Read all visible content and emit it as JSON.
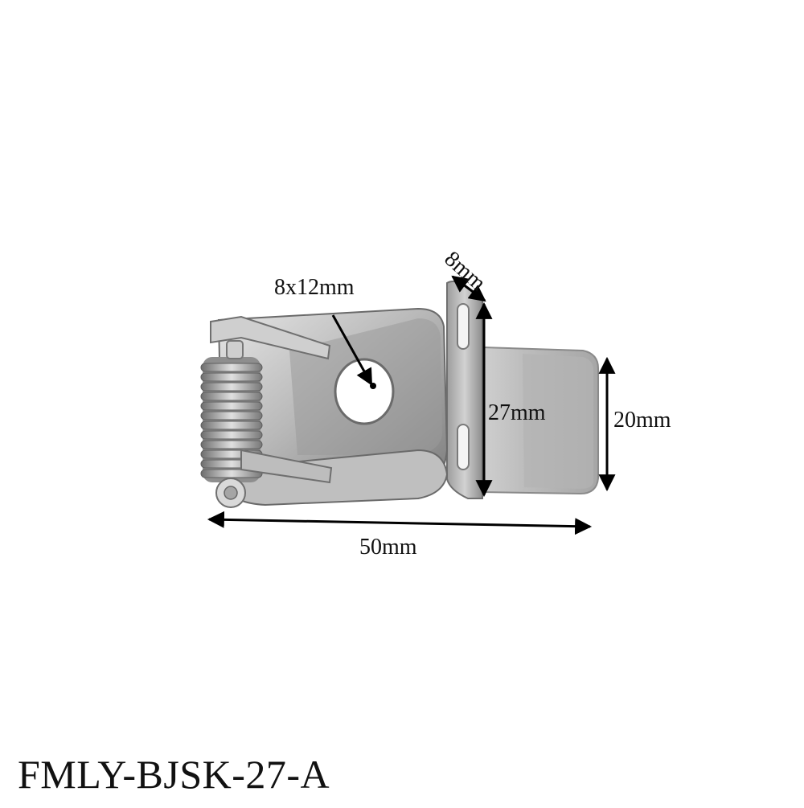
{
  "product": {
    "model_code": "FMLY-BJSK-27-A",
    "subject": "spring-clip-bracket-photo"
  },
  "dimensions": {
    "hole": "8x12mm",
    "width": "8mm",
    "height_bracket": "27mm",
    "height_tab": "20mm",
    "length": "50mm"
  },
  "colors": {
    "background": "#ffffff",
    "metal_light": "#d6d6d6",
    "metal_mid": "#a9a9a9",
    "metal_dark": "#6f6f6f",
    "annotation": "#000000"
  }
}
